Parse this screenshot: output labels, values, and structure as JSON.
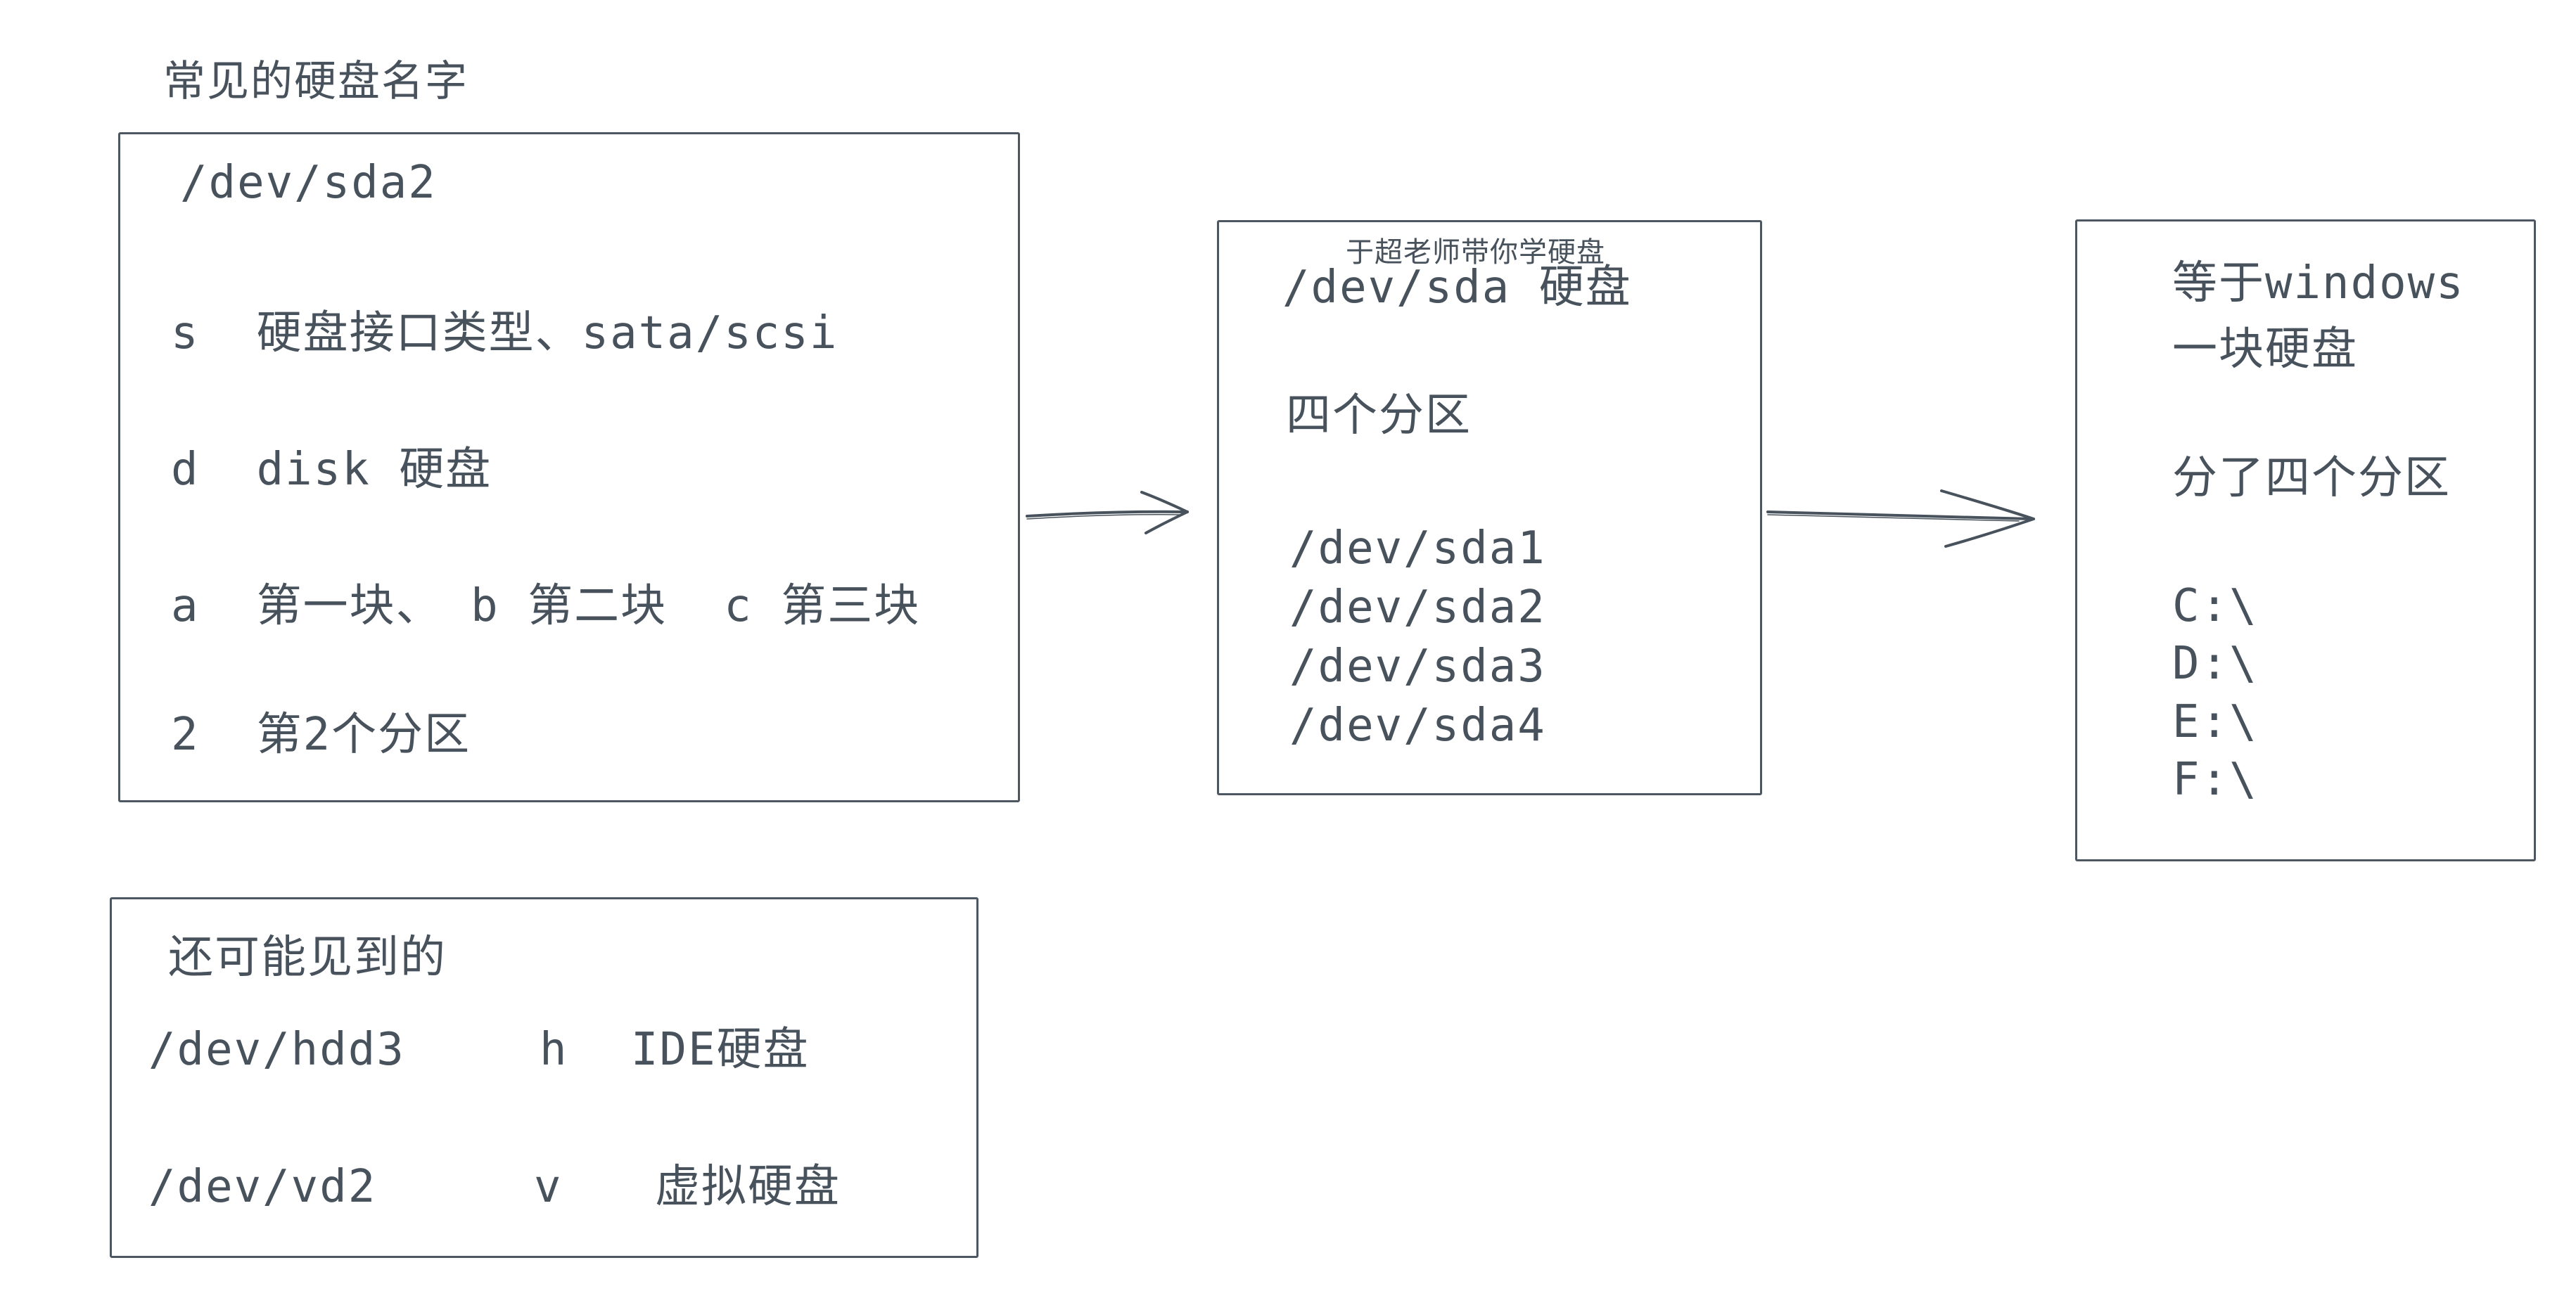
{
  "canvas": {
    "bg": "#ffffff",
    "ink": "#48525c"
  },
  "title": "常见的硬盘名字",
  "naming_box": {
    "lines": [
      "/dev/sda2",
      "s  硬盘接口类型、sata/scsi",
      "d  disk 硬盘",
      "a  第一块、 b 第二块  c 第三块",
      "2  第2个分区"
    ]
  },
  "disk_box": {
    "watermark": "于超老师带你学硬盘",
    "heading": "/dev/sda 硬盘",
    "subheading": "四个分区",
    "partitions": [
      "/dev/sda1",
      "/dev/sda2",
      "/dev/sda3",
      "/dev/sda4"
    ]
  },
  "windows_box": {
    "lines": [
      "等于windows",
      "一块硬盘",
      "分了四个分区"
    ],
    "drives": [
      "C:\\",
      "D:\\",
      "E:\\",
      "F:\\"
    ]
  },
  "other_box": {
    "heading": "还可能见到的",
    "rows": [
      {
        "device": "/dev/hdd3",
        "letter": "h",
        "meaning": "IDE硬盘"
      },
      {
        "device": "/dev/vd2",
        "letter": "v",
        "meaning": "虚拟硬盘"
      }
    ]
  }
}
